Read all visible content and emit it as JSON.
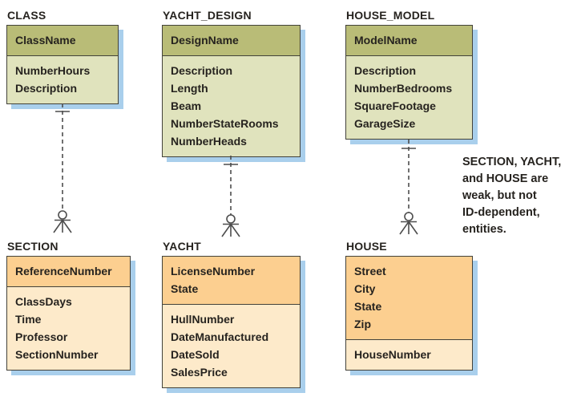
{
  "figure": {
    "type": "entity-relationship-diagram",
    "notation": "crow-foot, dashed (non-identifying) relationships"
  },
  "colors": {
    "strong_entity_header": "#b9bc77",
    "strong_entity_body": "#e0e3bd",
    "weak_entity_header": "#fccf90",
    "weak_entity_body": "#fdeaca",
    "drop_shadow": "#a9cfec",
    "border": "#43423a",
    "text": "#26231f"
  },
  "entities": {
    "class": {
      "title": "CLASS",
      "keys": [
        "ClassName"
      ],
      "attrs": [
        "NumberHours",
        "Description"
      ]
    },
    "yacht_design": {
      "title": "YACHT_DESIGN",
      "keys": [
        "DesignName"
      ],
      "attrs": [
        "Description",
        "Length",
        "Beam",
        "NumberStateRooms",
        "NumberHeads"
      ]
    },
    "house_model": {
      "title": "HOUSE_MODEL",
      "keys": [
        "ModelName"
      ],
      "attrs": [
        "Description",
        "NumberBedrooms",
        "SquareFootage",
        "GarageSize"
      ]
    },
    "section": {
      "title": "SECTION",
      "keys": [
        "ReferenceNumber"
      ],
      "attrs": [
        "ClassDays",
        "Time",
        "Professor",
        "SectionNumber"
      ]
    },
    "yacht": {
      "title": "YACHT",
      "keys": [
        "LicenseNumber",
        "State"
      ],
      "attrs": [
        "HullNumber",
        "DateManufactured",
        "DateSold",
        "SalesPrice"
      ]
    },
    "house": {
      "title": "HOUSE",
      "keys": [
        "Street",
        "City",
        "State",
        "Zip"
      ],
      "attrs": [
        "HouseNumber"
      ]
    }
  },
  "relationships": [
    {
      "from": "CLASS",
      "to": "SECTION",
      "from_cardinality": "one",
      "to_cardinality": "zero-or-many",
      "line": "dashed"
    },
    {
      "from": "YACHT_DESIGN",
      "to": "YACHT",
      "from_cardinality": "one",
      "to_cardinality": "zero-or-many",
      "line": "dashed"
    },
    {
      "from": "HOUSE_MODEL",
      "to": "HOUSE",
      "from_cardinality": "one",
      "to_cardinality": "zero-or-many",
      "line": "dashed"
    }
  ],
  "annotation": {
    "text": "SECTION, YACHT,\nand HOUSE are\nweak, but not\nID-dependent,\nentities."
  }
}
